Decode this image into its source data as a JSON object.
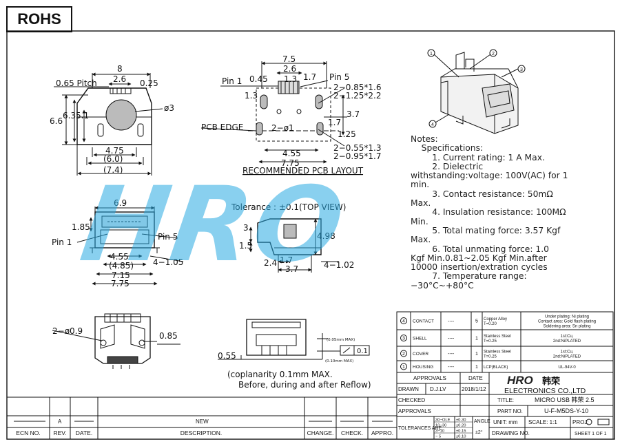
{
  "badge": "ROHS",
  "watermark": "HRO",
  "views": {
    "top_left": {
      "pitch": "0.65  Pitch",
      "w8": "8",
      "w26": "2.6",
      "d025": "0.25",
      "h66": "6.6",
      "h63": "6.3",
      "h51": "5.1",
      "phi3": "ø3",
      "d475": "4.75",
      "d60": "(6.0)",
      "d74": "(7.4)"
    },
    "pcb": {
      "w75": "7.5",
      "w26": "2.6",
      "pin1": "Pin 1",
      "d045": "0.45",
      "d13a": "1.3",
      "d17a": "1.7",
      "pin5": "Pin 5",
      "d085": "2−0.85*1.6",
      "d125": "2−1.25*2.2",
      "d13b": "1.3",
      "d37": "3.7",
      "d17b": "1.7",
      "d125b": "1.25",
      "pcb_edge": "PCB  EDGE",
      "phi1": "2−ø1",
      "d455": "4.55",
      "d775": "7.75",
      "d055": "2−0.55*1.3",
      "d095": "2−0.95*1.7",
      "caption": "RECOMMENDED  PCB  LAYOUT"
    },
    "front": {
      "w69": "6.9",
      "d185": "1.85",
      "pin1": "Pin  1",
      "pin5": "Pin  5",
      "d455": "4.55",
      "d485": "(4.85)",
      "d715": "7.15",
      "d775": "7.75",
      "d4105": "4−1.05"
    },
    "side": {
      "tol": "Tolerance  :  ±0.1(TOP  VIEW)",
      "d3": "3",
      "d15": "1.5",
      "d498": "4.98",
      "d24": "2.4",
      "d17": "1.7",
      "d37": "3.7",
      "d4102": "4−1.02"
    },
    "bottom": {
      "phi09": "2−ø0.9",
      "d085": "0.85"
    },
    "rear": {
      "d055": "0.55",
      "max005": "(0.05mm MAX)",
      "max010": "(0.10mm MAX)",
      "flat": "0.1",
      "cop1": "(coplanarity  0.1mm  MAX.",
      "cop2": "Before,  during  and  after  Reflow)"
    },
    "iso": {
      "c1": "1",
      "c2": "2",
      "c3": "3",
      "c4": "4"
    }
  },
  "notes": {
    "lines": [
      "Notes:",
      "    Specifications:",
      "        1. Current rating: 1 A Max.",
      "        2. Dielectric",
      "withstanding:voltage: 100V(AC) for 1",
      "min.",
      "        3. Contact resistance: 50mΩ",
      "Max.",
      "        4. Insulation resistance: 100MΩ",
      "Min.",
      "        5. Total mating force: 3.57 Kgf",
      "Max.",
      "        6. Total unmating force: 1.0",
      "Kgf Min.0.81~2.05 Kgf Min.after",
      "",
      "10000 insertion/extration cycles",
      "        7. Temperature range:",
      "−30°C~+80°C"
    ]
  },
  "bom": [
    {
      "no": "4",
      "name": "CONTACT",
      "dash": "----",
      "qty": "5",
      "material": [
        "Copper Alloy",
        "T=0.20"
      ],
      "finish": [
        "Under plating: Ni plating",
        "Contact area: Gold flash plating",
        "Soldering area: Sn plating"
      ]
    },
    {
      "no": "3",
      "name": "SHELL",
      "dash": "----",
      "qty": "1",
      "material": [
        "Stainless Steel",
        "T=0.25"
      ],
      "finish": [
        "1st:Cu,",
        "2nd:NiPLATED"
      ]
    },
    {
      "no": "2",
      "name": "COVER",
      "dash": "----",
      "qty": "1",
      "material": [
        "Stainless Steel",
        "T=0.25"
      ],
      "finish": [
        "1st:Cu,",
        "2nd:NiPLATED"
      ]
    },
    {
      "no": "1",
      "name": "HOUSING",
      "dash": "----",
      "qty": "1",
      "material": [
        "LCP(BLACK)"
      ],
      "finish": [
        "UL-94V-0"
      ]
    }
  ],
  "titleblock": {
    "approvals": "APPROVALS",
    "date": "DATE",
    "logo": "HRO",
    "logo_cn": "韩荣",
    "company": "ELECTRONICS  CO.,LTD",
    "drawn": "DRAWN",
    "drawn_by": "D.J.LV",
    "drawn_date": "2018/1/12",
    "checked": "CHECKED",
    "approvals2": "APPROVALS",
    "title_label": "TITLE:",
    "title": "MICRO USB 韩荣 2.5",
    "partno_label": "PART NO.",
    "partno": "U-F-M5DS-Y-10",
    "tolerances": "TOLERANCES  ARE",
    "tol_rows": [
      [
        "30~OLE",
        "±0.30"
      ],
      [
        "10~30",
        "±0.20"
      ],
      [
        "3~10",
        "±0.15"
      ],
      [
        "~ 5",
        "±0.10"
      ]
    ],
    "angle": "ANGLE",
    "angle_val": "±2°",
    "unit": "UNIT:  mm",
    "scale": "SCALE:  1:1",
    "proj": "PROJ:",
    "drawing_no": "DRAWING NO.",
    "sheet": "SHEET  1  OF  1"
  },
  "revision": {
    "rev_value": "A",
    "desc_value": "NEW",
    "headers": [
      "ECN NO.",
      "REV.",
      "DATE.",
      "DESCRIPTION.",
      "CHANGE.",
      "CHECK.",
      "APPRO."
    ]
  }
}
